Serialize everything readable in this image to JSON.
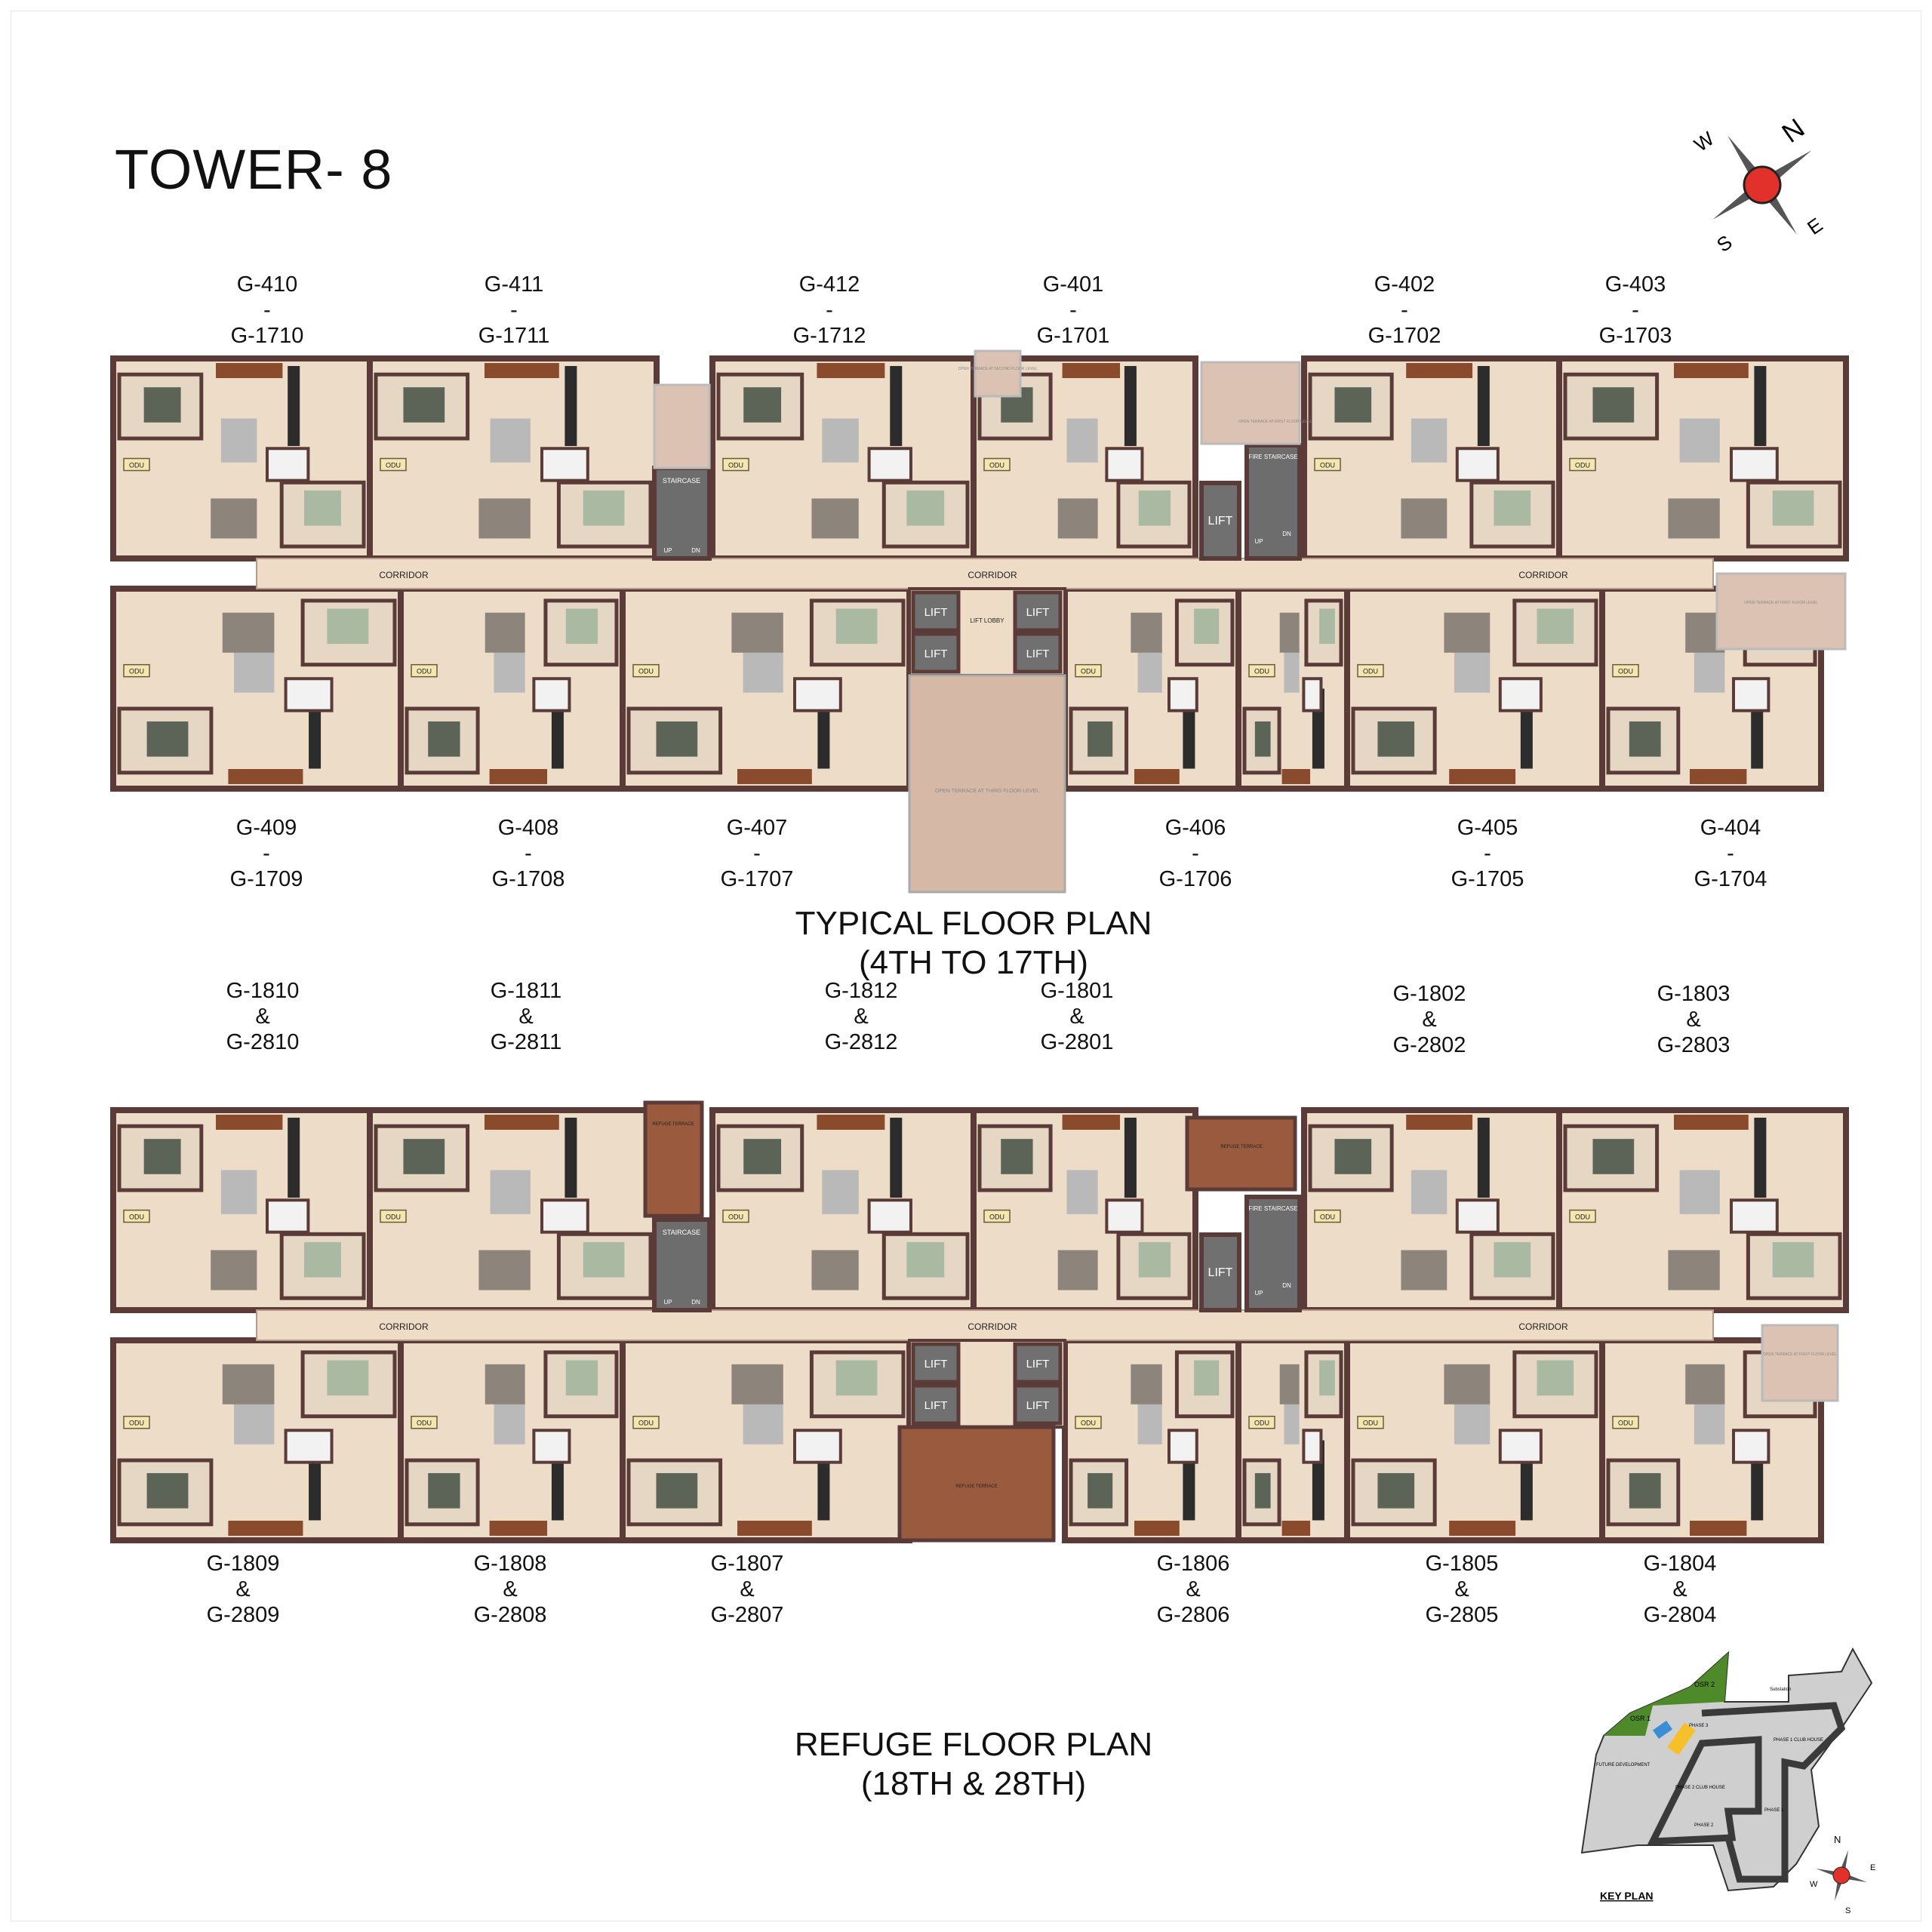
{
  "title": "TOWER- 8",
  "typical": {
    "title_line1": "TYPICAL FLOOR PLAN",
    "title_line2": "(4TH TO 17TH)",
    "top_units": [
      {
        "a": "G-410",
        "sep": "-",
        "b": "G-1710"
      },
      {
        "a": "G-411",
        "sep": "-",
        "b": "G-1711"
      },
      {
        "a": "G-412",
        "sep": "-",
        "b": "G-1712"
      },
      {
        "a": "G-401",
        "sep": "-",
        "b": "G-1701"
      },
      {
        "a": "G-402",
        "sep": "-",
        "b": "G-1702"
      },
      {
        "a": "G-403",
        "sep": "-",
        "b": "G-1703"
      }
    ],
    "bottom_units": [
      {
        "a": "G-409",
        "sep": "-",
        "b": "G-1709"
      },
      {
        "a": "G-408",
        "sep": "-",
        "b": "G-1708"
      },
      {
        "a": "G-407",
        "sep": "-",
        "b": "G-1707"
      },
      {
        "a": "G-406",
        "sep": "-",
        "b": "G-1706"
      },
      {
        "a": "G-405",
        "sep": "-",
        "b": "G-1705"
      },
      {
        "a": "G-404",
        "sep": "-",
        "b": "G-1704"
      }
    ],
    "rooms": {
      "corridor": "CORRIDOR",
      "lift": "LIFT",
      "lift_lobby": "LIFT LOBBY",
      "staircase": "STAIRCASE",
      "fire_staircase": "FIRE STAIRCASE",
      "up": "UP",
      "dn": "DN",
      "odu": "ODU",
      "open_terrace_first": "OPEN TERRACE AT FIRST FLOOR LEVEL",
      "open_terrace_second": "OPEN TERRACE AT SECOND FLOOR LEVEL",
      "open_terrace_third": "OPEN TERRACE AT THIRD FLOOR LEVEL"
    }
  },
  "refuge": {
    "title_line1": "REFUGE FLOOR PLAN",
    "title_line2": "(18TH & 28TH)",
    "top_units": [
      {
        "a": "G-1810",
        "sep": "&",
        "b": "G-2810"
      },
      {
        "a": "G-1811",
        "sep": "&",
        "b": "G-2811"
      },
      {
        "a": "G-1812",
        "sep": "&",
        "b": "G-2812"
      },
      {
        "a": "G-1801",
        "sep": "&",
        "b": "G-2801"
      },
      {
        "a": "G-1802",
        "sep": "&",
        "b": "G-2802"
      },
      {
        "a": "G-1803",
        "sep": "&",
        "b": "G-2803"
      }
    ],
    "bottom_units": [
      {
        "a": "G-1809",
        "sep": "&",
        "b": "G-2809"
      },
      {
        "a": "G-1808",
        "sep": "&",
        "b": "G-2808"
      },
      {
        "a": "G-1807",
        "sep": "&",
        "b": "G-2807"
      },
      {
        "a": "G-1806",
        "sep": "&",
        "b": "G-2806"
      },
      {
        "a": "G-1805",
        "sep": "&",
        "b": "G-2805"
      },
      {
        "a": "G-1804",
        "sep": "&",
        "b": "G-2804"
      }
    ],
    "rooms": {
      "refuge_terrace": "REFUGE TERRACE"
    }
  },
  "compass": {
    "n": "N",
    "s": "S",
    "e": "E",
    "w": "W",
    "accent": "#e2302a"
  },
  "key_plan": {
    "title": "KEY PLAN",
    "labels": {
      "osr1": "OSR 1",
      "osr2": "OSR 2",
      "phase1": "PHASE 1",
      "phase2": "PHASE 2",
      "phase3": "PHASE 3",
      "club1": "PHASE 1 CLUB HOUSE",
      "club2": "PHASE 2 CLUB HOUSE",
      "future": "FUTURE DEVELOPMENT",
      "substation": "Substation"
    },
    "highlight": "#f5c02a"
  }
}
